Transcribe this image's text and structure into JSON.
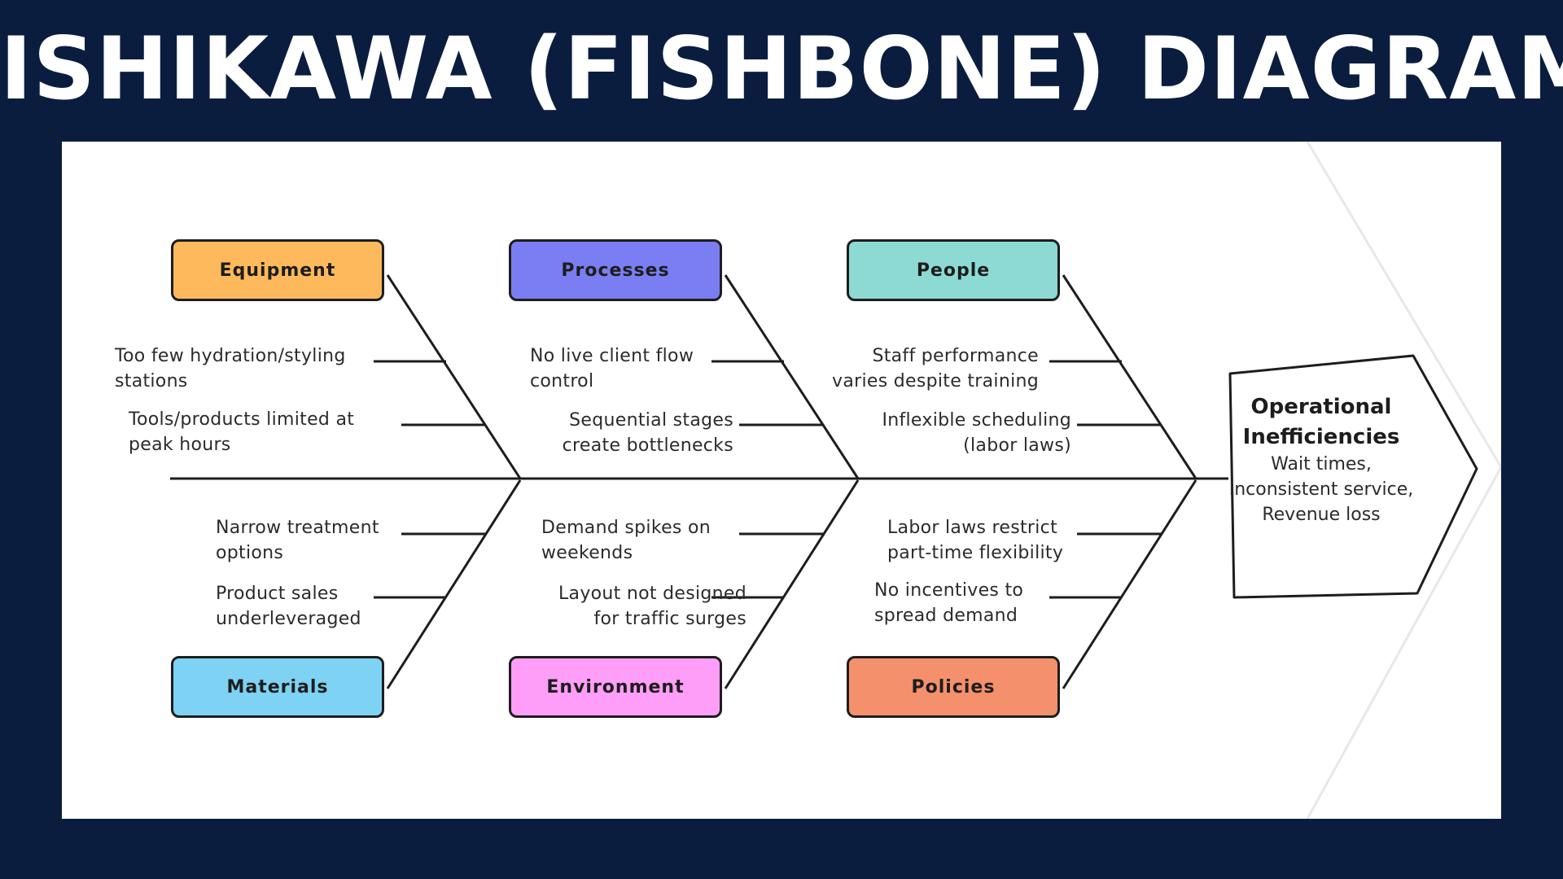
{
  "title": "ISHIKAWA (FISHBONE) DIAGRAM",
  "effect": {
    "title_lines": [
      "Operational",
      "Inefficiencies"
    ],
    "description_lines": [
      "Wait times,",
      "Inconsistent service,",
      "Revenue loss"
    ]
  },
  "categories": {
    "equipment": {
      "label": "Equipment",
      "color": "#fdb95c",
      "causes": [
        [
          "Too few hydration/styling",
          "stations"
        ],
        [
          "Tools/products limited at",
          "peak hours"
        ]
      ]
    },
    "processes": {
      "label": "Processes",
      "color": "#7a7ef2",
      "causes": [
        [
          "No live client flow",
          "control"
        ],
        [
          "Sequential stages",
          "create bottlenecks"
        ]
      ]
    },
    "people": {
      "label": "People",
      "color": "#8ddad5",
      "causes": [
        [
          "Staff performance",
          "varies despite training"
        ],
        [
          "Inflexible scheduling",
          "(labor laws)"
        ]
      ]
    },
    "materials": {
      "label": "Materials",
      "color": "#7ed2f3",
      "causes": [
        [
          "Narrow treatment",
          "options"
        ],
        [
          "Product sales",
          "underleveraged"
        ]
      ]
    },
    "environment": {
      "label": "Environment",
      "color": "#ff9ef8",
      "causes": [
        [
          "Demand spikes on",
          "weekends"
        ],
        [
          "Layout not designed",
          "for traffic surges"
        ]
      ]
    },
    "policies": {
      "label": "Policies",
      "color": "#f4906c",
      "causes": [
        [
          "Labor laws restrict",
          "part-time flexibility"
        ],
        [
          "No incentives to",
          "spread demand"
        ]
      ]
    }
  }
}
